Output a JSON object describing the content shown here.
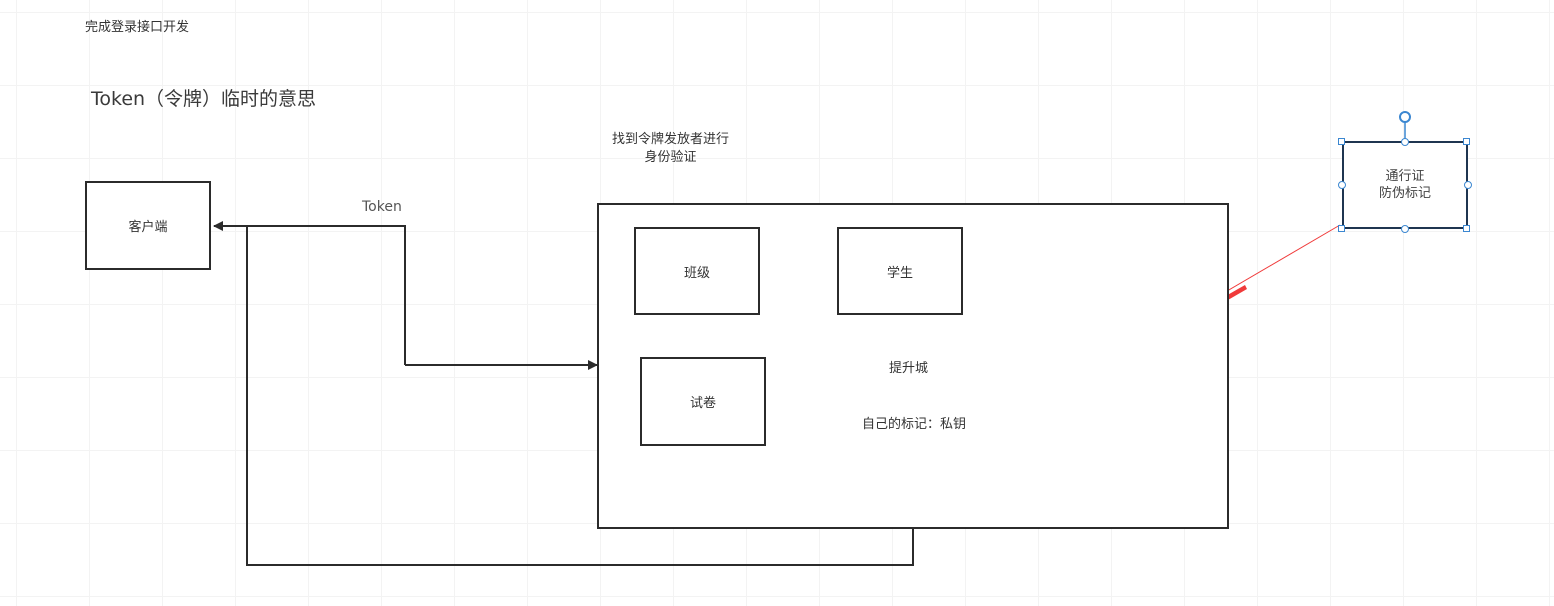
{
  "canvas": {
    "background": "#ffffff",
    "grid_color": "#f3f3f3"
  },
  "texts": {
    "heading_task": "完成登录接口开发",
    "heading_token": "Token（令牌）临时的意思",
    "issuer_note_line1": "找到令牌发放者进行",
    "issuer_note_line2": "身份验证",
    "token_edge_label": "Token",
    "platform_label": "提升城",
    "private_key_note": "自己的标记：私钥"
  },
  "nodes": {
    "client": {
      "label": "客户端"
    },
    "class": {
      "label": "班级"
    },
    "student": {
      "label": "学生"
    },
    "exam": {
      "label": "试卷"
    },
    "pass": {
      "line1": "通行证",
      "line2": "防伪标记",
      "selected": true,
      "border_color": "#1f3550",
      "handle_color": "#3b87d1"
    }
  },
  "colors": {
    "stroke": "#2b2b2b",
    "annotation_arrow": "#f03a3a"
  }
}
